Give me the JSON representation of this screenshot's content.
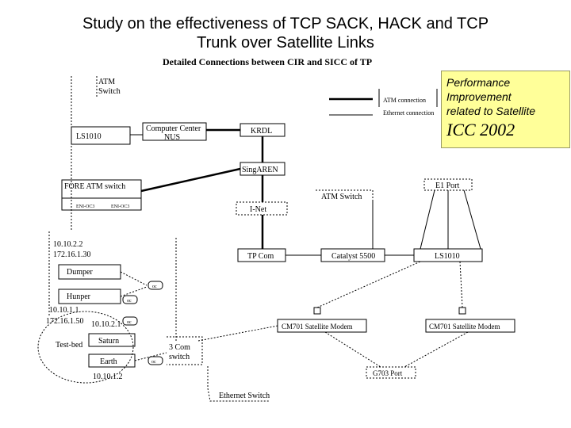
{
  "title": {
    "line1": "Study on the effectiveness of TCP SACK, HACK and TCP",
    "line2": "Trunk over Satellite Links"
  },
  "diagram_caption": "Detailed Connections between CIR and SICC of TP",
  "callout": {
    "line1": "Performance",
    "line2": "Improvement",
    "line3": "related to Satellite",
    "line4": "ICC 2002"
  },
  "legend": {
    "atm": "ATM connection",
    "ethernet": "Ethernet connection"
  },
  "nodes": {
    "atm_switch_top_l1": "ATM",
    "atm_switch_top_l2": "Switch",
    "ls1010_left": "LS1010",
    "computer_center_l1": "Computer Center",
    "computer_center_l2": "NUS",
    "krdl": "KRDL",
    "singaren": "SingAREN",
    "fore_atm_switch": "FORE ATM switch",
    "port_a": "ENI-OC3",
    "port_b": "ENI-OC3",
    "e1_port": "E1 Port",
    "atm_switch_mid": "ATM Switch",
    "i_net": "I-Net",
    "ip_left_1": "10.10.2.2",
    "ip_left_2": "172.16.1.30",
    "tp_com": "TP Com",
    "catalyst": "Catalyst 5500",
    "ls1010_right": "LS1010",
    "dumper": "Dumper",
    "hunper": "Hunper",
    "oc_1": "oc",
    "oc_2": "oc",
    "ip_host_a": "10.10.1.1",
    "ip_host_b": "172.16.1.50",
    "ip_host_c": "10.10.2.1",
    "oc_3": "oc",
    "test_bed": "Test-bed",
    "saturn": "Saturn",
    "earth": "Earth",
    "oc_4": "oc",
    "com_switch_l1": "3 Com",
    "com_switch_l2": "switch",
    "ip_host_d": "10.10.1.2",
    "modem_left": "CM701 Satellite Modem",
    "modem_right": "CM701 Satellite Modem",
    "g703_port": "G703 Port",
    "ethernet_switch": "Ethernet Switch"
  }
}
